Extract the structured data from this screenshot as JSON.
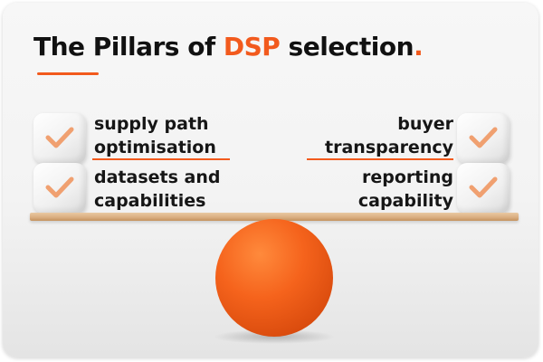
{
  "title": {
    "prefix": "The Pillars of ",
    "highlight": "DSP",
    "suffix": " selection",
    "dot": "."
  },
  "pillars": {
    "left_top": {
      "line1": "supply path",
      "line2": "optimisation"
    },
    "left_bottom": {
      "line1": "datasets and",
      "line2": "capabilities"
    },
    "right_top": {
      "line1": "buyer",
      "line2": "transparency"
    },
    "right_bottom": {
      "line1": "reporting",
      "line2": "capability"
    }
  },
  "icons": {
    "cube": "checkmark-cube-icon",
    "balance": "balance-ball-icon"
  },
  "colors": {
    "accent": "#f25a1d",
    "text": "#111111",
    "plank": "#d9ad7f",
    "ball": "#f5631c"
  }
}
